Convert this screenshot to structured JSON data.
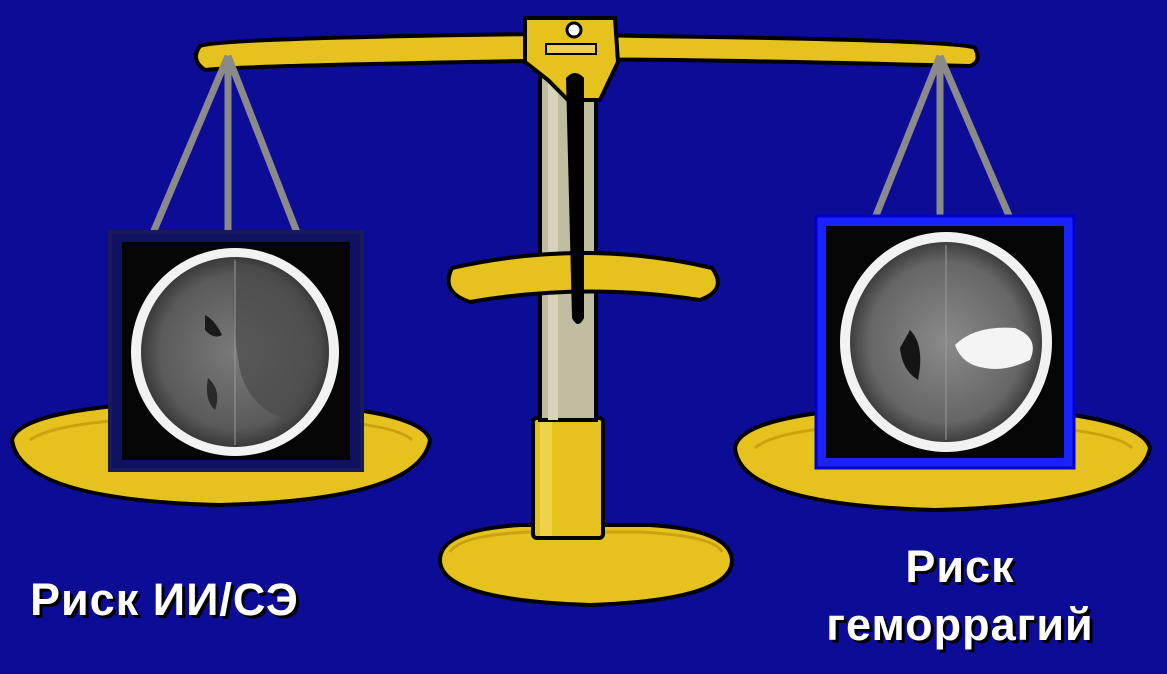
{
  "slide": {
    "background_color": "#0c0c96",
    "scale_color": "#e6c21e",
    "left_caption": "Риск ИИ/СЭ",
    "right_caption_line1": "Риск",
    "right_caption_line2": "геморрагий"
  },
  "images": {
    "left_scan": "ct-scan-ischemic-stroke",
    "right_scan": "ct-scan-hemorrhage"
  }
}
